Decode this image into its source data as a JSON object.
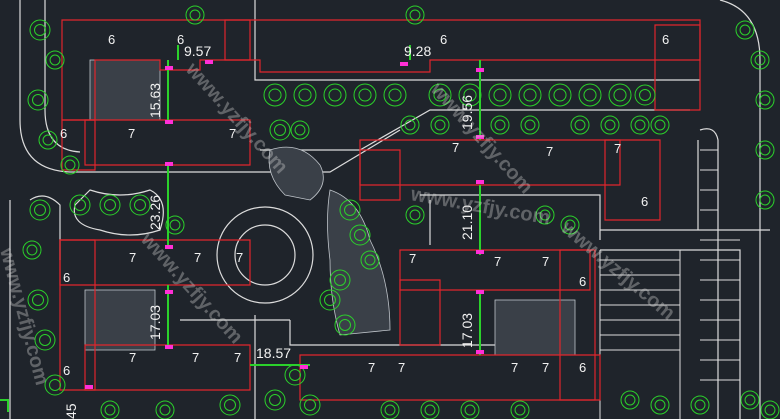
{
  "plan": {
    "building_floors": {
      "top_left_a": "6",
      "top_left_b": "6",
      "top_right_a": "6",
      "left_mid_a": "6",
      "row1_b1": "7",
      "row1_b2": "7",
      "right_mid_a": "7",
      "right_mid_b": "7",
      "right_mid_c": "7",
      "right_mid_d": "6",
      "right_block_a": "6",
      "lower_left_a": "6",
      "lower_left_b": "7",
      "lower_left_c": "7",
      "lower_left_d": "7",
      "lower_left_e": "6",
      "lower_left_f": "7",
      "lower_left_g": "7",
      "lower_left_h": "7",
      "lower_right_a": "7",
      "lower_right_b": "7",
      "lower_right_c": "7",
      "lower_right_d": "6",
      "bottom_a": "7",
      "bottom_b": "7",
      "bottom_c": "7",
      "bottom_d": "7",
      "bottom_e": "6"
    },
    "dimensions": {
      "d1": "9.57",
      "d2": "9.28",
      "d3": "15.63",
      "d4": "19.56",
      "d5": "23.26",
      "d6": "21.10",
      "d7": "17.03",
      "d8": "17.03",
      "d9": "18.57",
      "d10": "45"
    },
    "watermark": "www.yzfjy.com"
  }
}
